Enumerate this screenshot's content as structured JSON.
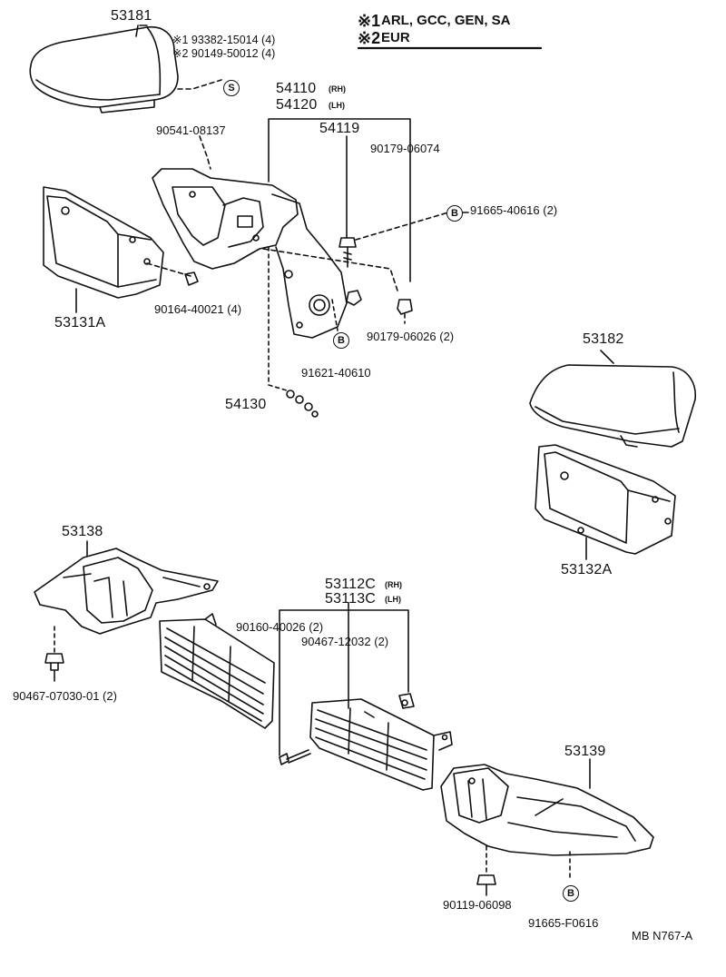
{
  "legend": {
    "line1_mark": "※1",
    "line1_text": "ARL, GCC, GEN, SA",
    "line2_mark": "※2",
    "line2_text": "EUR"
  },
  "parts": {
    "p53181": "53181",
    "note1": "※1 93382-15014 (4)",
    "note2": "※2 90149-50012 (4)",
    "s_marker": "S",
    "p54110": "54110",
    "p54110_side": "(RH)",
    "p54120": "54120",
    "p54120_side": "(LH)",
    "p90541": "90541-08137",
    "p54119": "54119",
    "p90179_06074": "90179-06074",
    "b_marker_1": "B",
    "p91665_40616": "91665-40616 (2)",
    "p90164": "90164-40021 (4)",
    "p53131a": "53131A",
    "p90179_06026": "90179-06026 (2)",
    "b_marker_2": "B",
    "p91621": "91621-40610",
    "p54130": "54130",
    "p53182": "53182",
    "p53132a": "53132A",
    "p53138": "53138",
    "p53112c": "53112C",
    "p53112c_side": "(RH)",
    "p53113c": "53113C",
    "p53113c_side": "(LH)",
    "p90160": "90160-40026 (2)",
    "p90467_12032": "90467-12032 (2)",
    "p90467_07030": "90467-07030-01 (2)",
    "p53139": "53139",
    "p90119": "90119-06098",
    "b_marker_3": "B",
    "p91665_f0616": "91665-F0616",
    "footer": "MB  N767-A"
  }
}
